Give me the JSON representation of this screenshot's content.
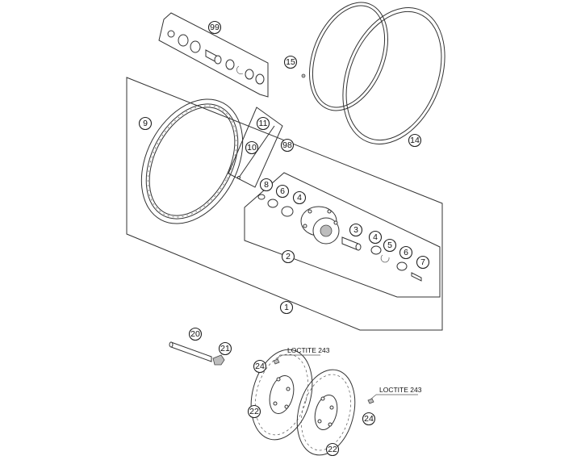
{
  "callouts": [
    "99",
    "15",
    "14",
    "9",
    "11",
    "10",
    "98",
    "8",
    "6",
    "4",
    "3",
    "4",
    "5",
    "6",
    "7",
    "2",
    "1",
    "20",
    "21",
    "24",
    "22",
    "22",
    "24"
  ],
  "notes": [
    "LOCTITE 243",
    "LOCTITE 243"
  ]
}
